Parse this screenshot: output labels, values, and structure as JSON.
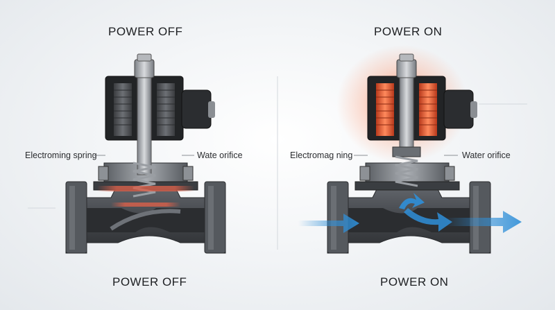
{
  "diagram": {
    "left_panel": {
      "title_top": "POWER OFF",
      "title_bottom": "POWER OFF",
      "label_left": "Electroming spring",
      "label_right": "Wate orifice",
      "state": "closed"
    },
    "right_panel": {
      "title_top": "POWER ON",
      "title_bottom": "POWER ON",
      "label_left": "Electromag ning",
      "label_right": "Water orifice",
      "state": "open"
    },
    "colors": {
      "coil_on": "#e2512a",
      "coil_glow": "#ff6a3a",
      "seal_highlight": "#d9604a",
      "flow_arrow": "#2f8fd8",
      "body_metal": "#4a4d52",
      "housing": "#222426"
    }
  }
}
